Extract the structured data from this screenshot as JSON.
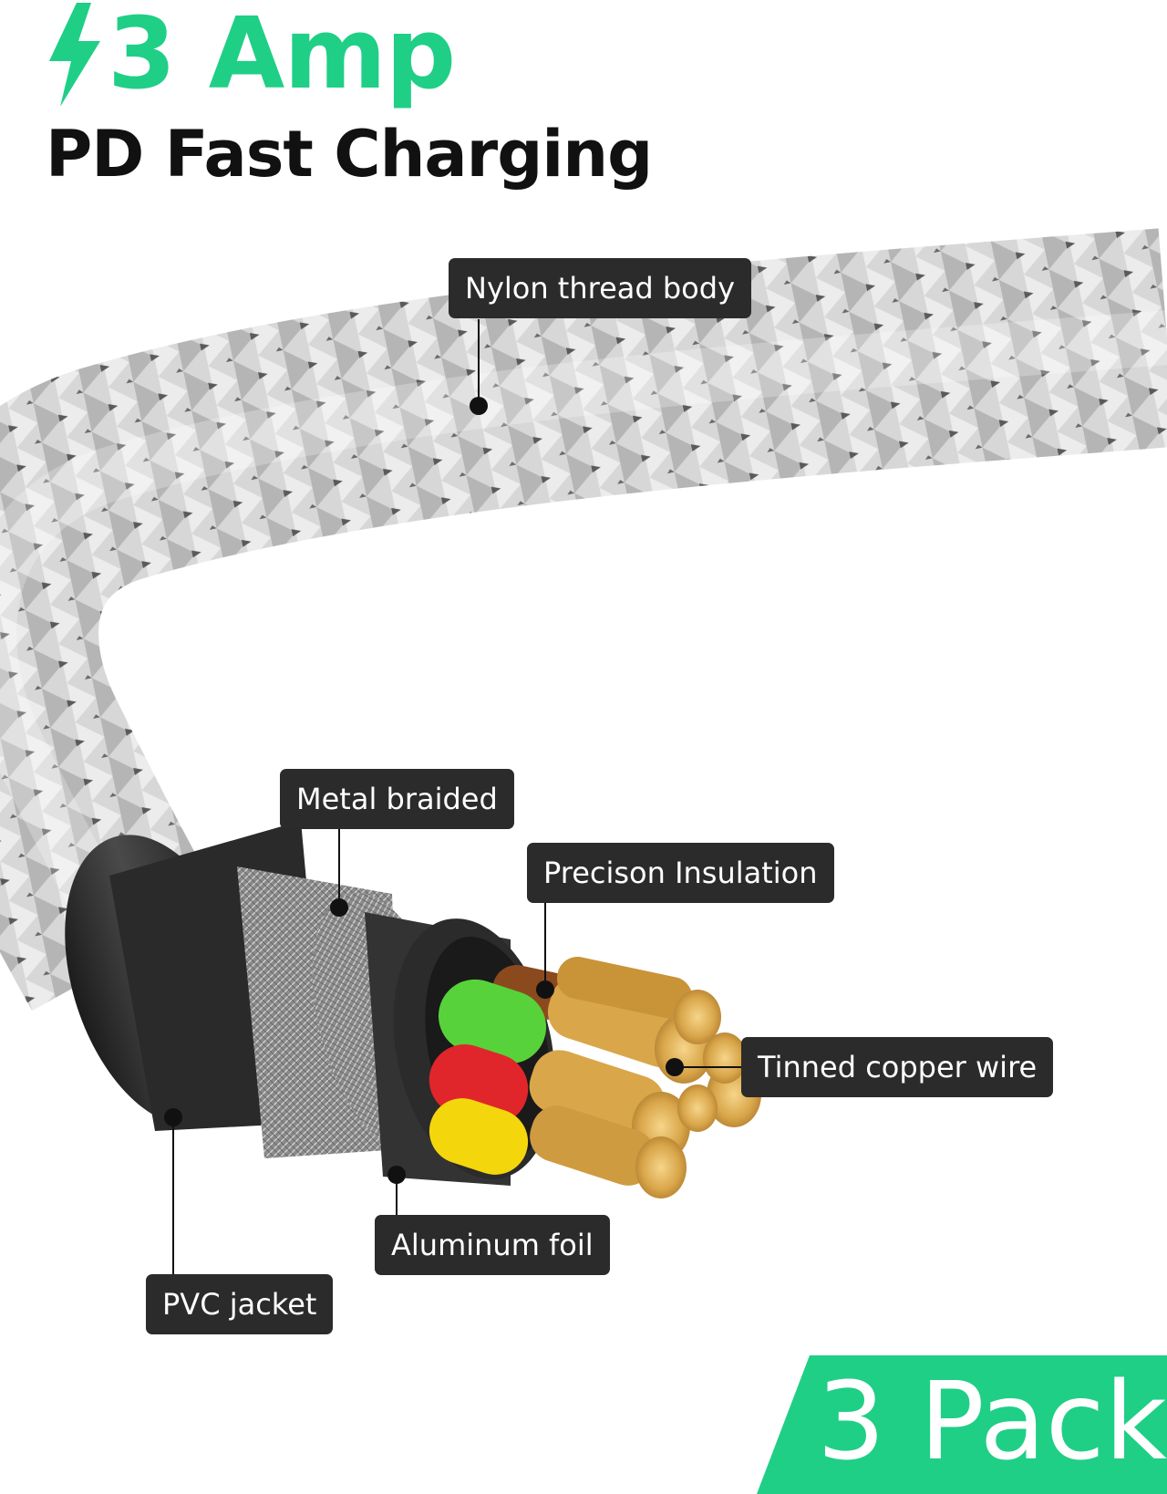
{
  "header": {
    "bolt_icon": "lightning-bolt-icon",
    "title": "3 Amp",
    "subtitle": "PD Fast Charging"
  },
  "callouts": {
    "nylon": "Nylon thread body",
    "metal": "Metal braided",
    "insulation": "Precison Insulation",
    "copper": "Tinned copper wire",
    "foil": "Aluminum foil",
    "pvc": "PVC jacket"
  },
  "badge": {
    "label": "3 Pack"
  },
  "colors": {
    "accent": "#1fcf86",
    "callout_bg": "#2b2b2b",
    "wire_green": "#58d23a",
    "wire_red": "#e0262a",
    "wire_yellow": "#f4d60c",
    "wire_brown": "#8a4a1e",
    "copper": "#d9a64a"
  }
}
